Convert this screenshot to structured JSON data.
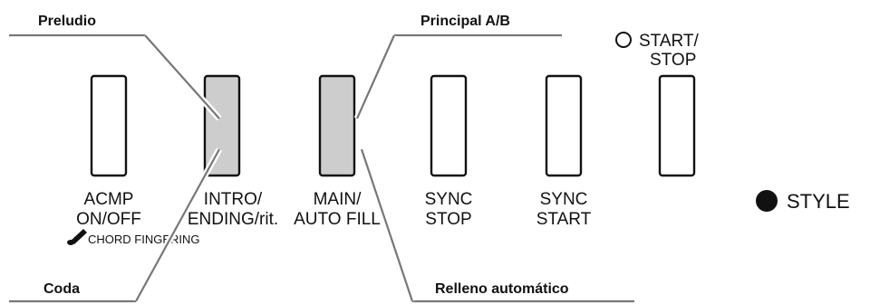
{
  "callouts": {
    "preludio": "Preludio",
    "principal": "Principal A/B",
    "coda": "Coda",
    "relleno": "Relleno automático"
  },
  "buttons": [
    {
      "line1": "ACMP",
      "line2": "ON/OFF",
      "highlighted": false
    },
    {
      "line1": "INTRO/",
      "line2": "ENDING/rit.",
      "highlighted": true
    },
    {
      "line1": "MAIN/",
      "line2": "AUTO FILL",
      "highlighted": true
    },
    {
      "line1": "SYNC",
      "line2": "STOP",
      "highlighted": false
    },
    {
      "line1": "SYNC",
      "line2": "START",
      "highlighted": false
    },
    {
      "line1": "",
      "line2": "",
      "highlighted": false
    }
  ],
  "start_stop": {
    "line1": "START/",
    "line2": "STOP"
  },
  "chord_fingering": "CHORD FINGERING",
  "style_label": "STYLE",
  "colors": {
    "highlight_fill": "#cdcdcd",
    "leader_line": "#777777",
    "ink": "#111111"
  },
  "icons": {
    "start_stop_indicator": "open-circle-icon",
    "style_indicator": "filled-circle-icon",
    "chord_fingering_mark": "note-pencil-icon"
  }
}
